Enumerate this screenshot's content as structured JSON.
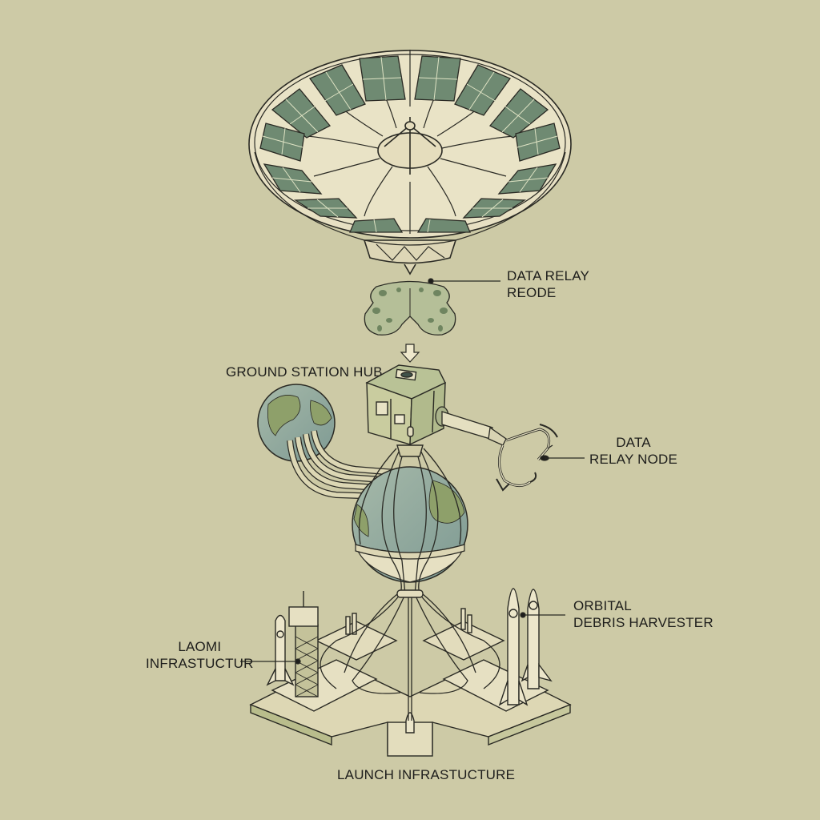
{
  "colors": {
    "background": "#cdcaa6",
    "ink": "#2a2a24",
    "cream": "#e6e0c2",
    "panel_green": "#6f8a72",
    "earth_blue": "#8fa7a2",
    "earth_green": "#8ea06a"
  },
  "diagram": {
    "components": [
      {
        "id": "dish",
        "name": "Solar dish array",
        "icon": "satellite-dish-icon",
        "panels": 14
      },
      {
        "id": "relay",
        "name": "Lattice relay module",
        "icon": "lattice-node-icon"
      },
      {
        "id": "hub",
        "name": "Hub cube module",
        "icon": "module-cube-icon"
      },
      {
        "id": "arm",
        "name": "Robotic claw arm",
        "icon": "robotic-claw-icon"
      },
      {
        "id": "small-globe",
        "name": "Small Earth globe",
        "icon": "globe-icon"
      },
      {
        "id": "large-globe",
        "name": "Large Earth globe",
        "icon": "globe-icon"
      },
      {
        "id": "base",
        "name": "Launch base platform",
        "icon": "launch-pad-icon"
      }
    ]
  },
  "labels": {
    "data_relay_reode": {
      "line1": "DATA RELAY",
      "line2": "REODE"
    },
    "ground_station_hub": {
      "line1": "GROUND STATION HUB"
    },
    "data_relay_node": {
      "line1": "DATA",
      "line2": "RELAY NODE"
    },
    "orbital_debris_harvester": {
      "line1": "ORBITAL",
      "line2": "DEBRIS HARVESTER"
    },
    "laomi_infrastuctur": {
      "line1": "LAOMI",
      "line2": "INFRASTUCTUR"
    },
    "launch_infrastucture": {
      "line1": "LAUNCH INFRASTUCTURE"
    }
  }
}
